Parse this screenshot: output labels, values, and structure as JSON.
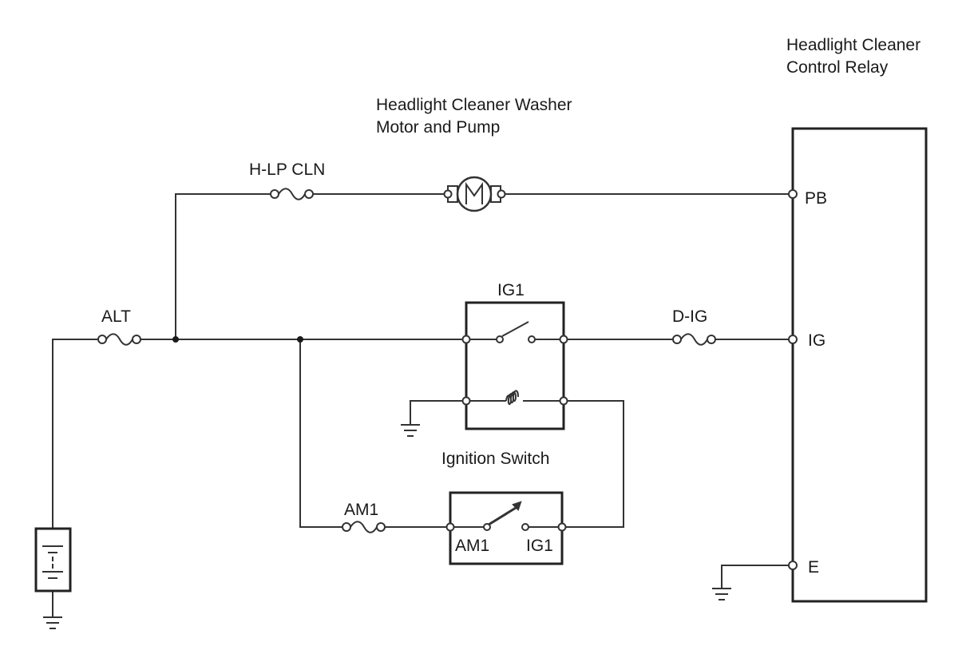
{
  "relay": {
    "title_line1": "Headlight Cleaner",
    "title_line2": "Control Relay",
    "terminals": {
      "pb": "PB",
      "ig": "IG",
      "e": "E"
    }
  },
  "motor": {
    "title_line1": "Headlight Cleaner Washer",
    "title_line2": "Motor and Pump"
  },
  "fuses": {
    "hlp_cln": "H-LP CLN",
    "alt": "ALT",
    "d_ig": "D-IG",
    "am1": "AM1"
  },
  "ignition_switch": {
    "title": "Ignition Switch",
    "relay_label": "IG1",
    "contact_am1": "AM1",
    "contact_ig1": "IG1"
  }
}
